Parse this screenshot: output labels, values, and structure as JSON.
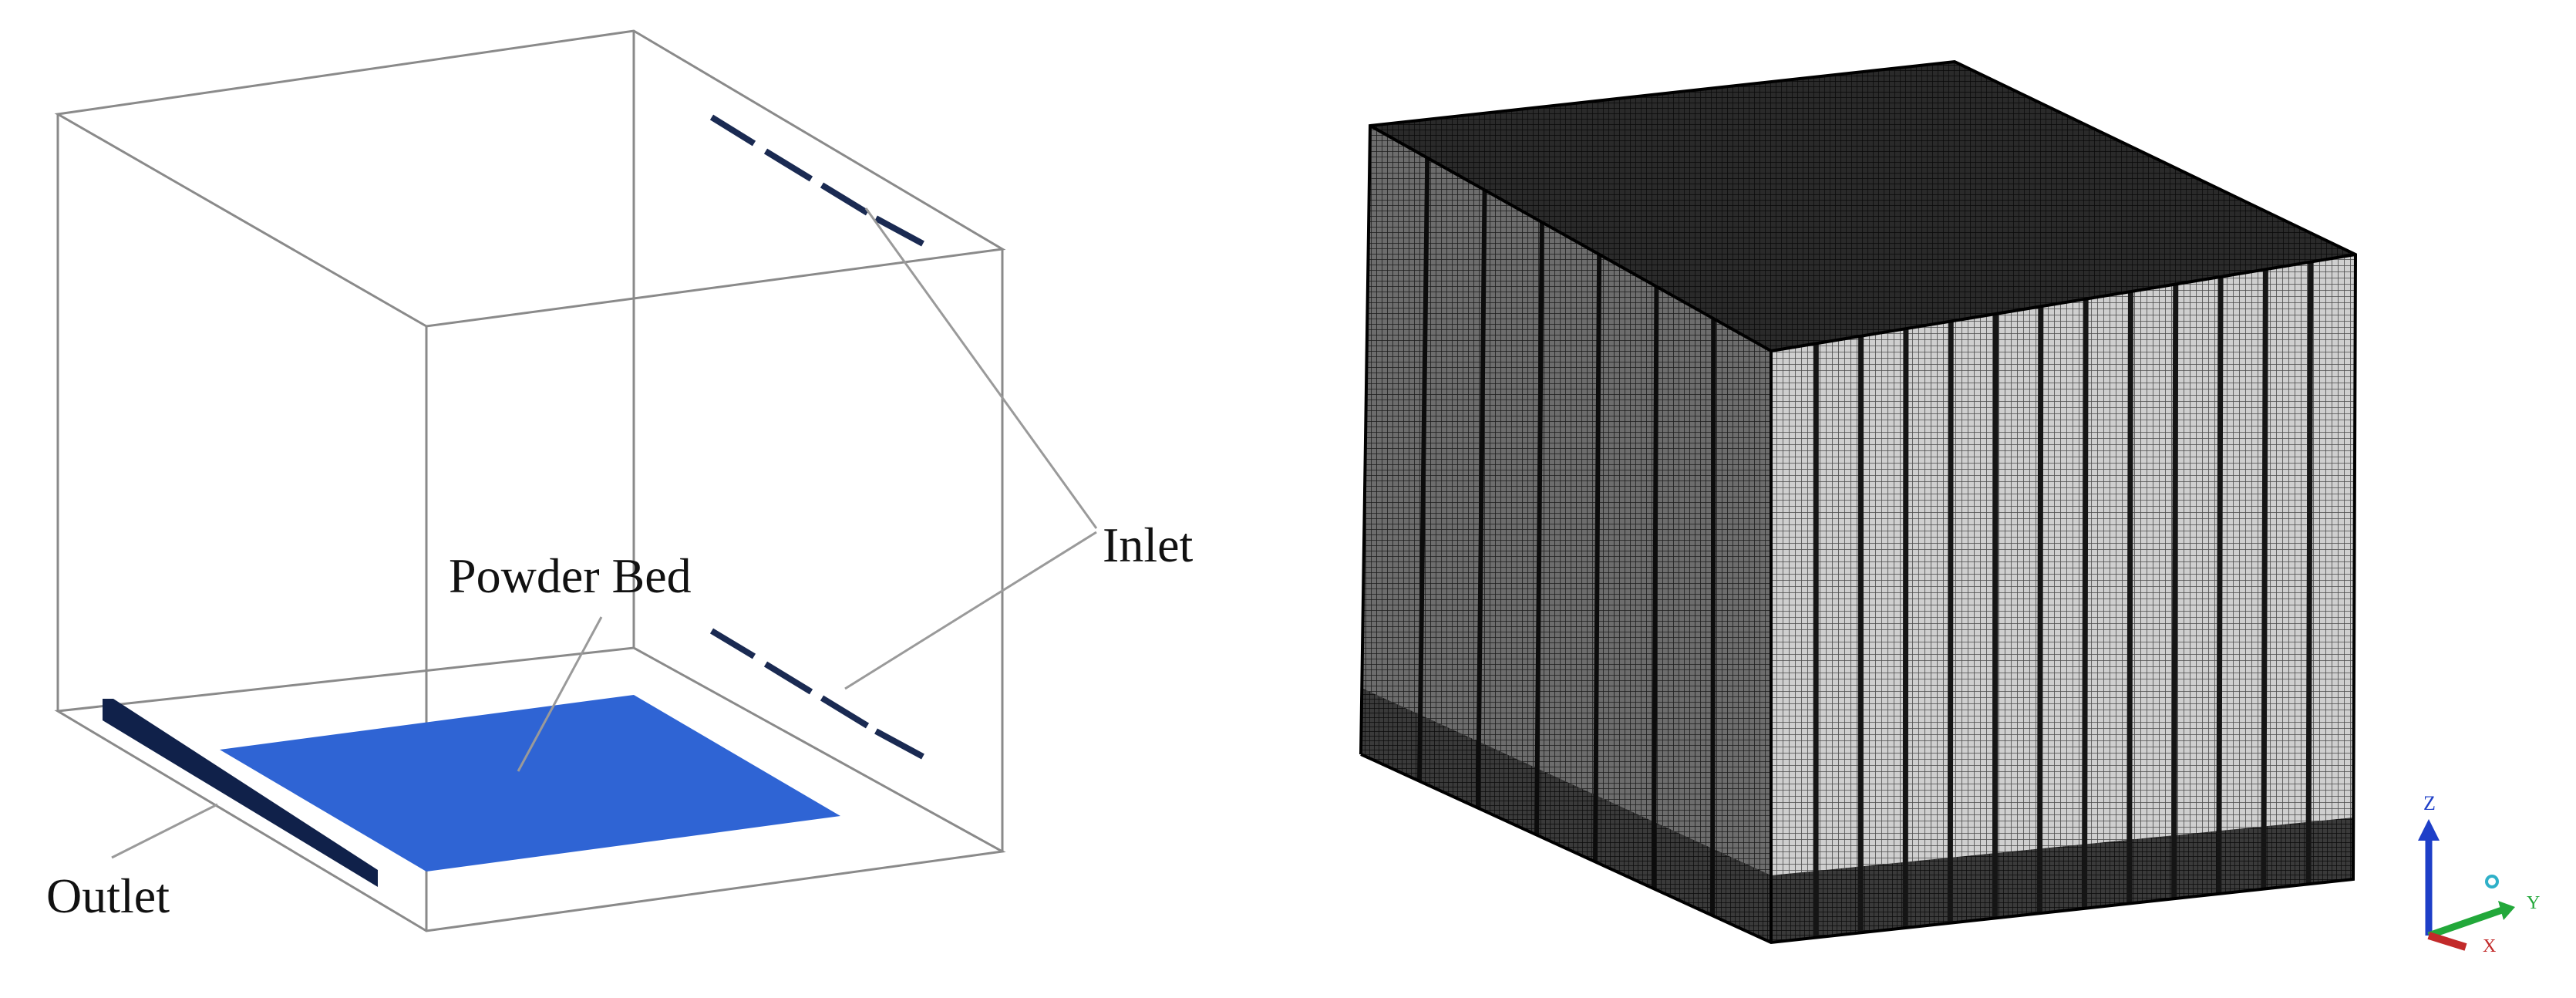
{
  "labels": {
    "inlet": "Inlet",
    "powder_bed": "Powder Bed",
    "outlet": "Outlet"
  },
  "axis_triad": {
    "z": "Z",
    "y": "Y",
    "x": "X"
  },
  "colors": {
    "powder_bed": "#2f64d4",
    "outlet": "#10214a",
    "inlet_slots": "#1a2a52",
    "box_edges": "#8a8a8a",
    "mesh_dark": "#111111",
    "mesh_light": "#bdbdbd",
    "triad_z": "#1e3fc8",
    "triad_y": "#22a83a",
    "triad_x": "#c22a2a"
  }
}
